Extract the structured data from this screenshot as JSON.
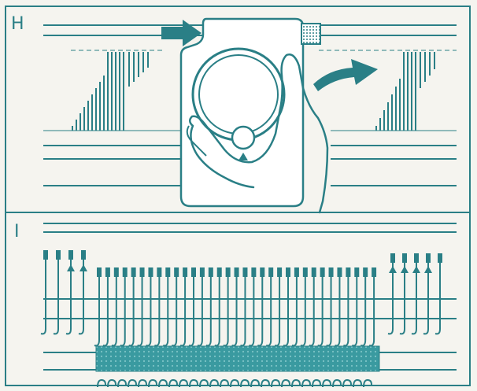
{
  "panels": {
    "top": {
      "label": "H"
    },
    "bottom": {
      "label": "I"
    }
  },
  "colors": {
    "ink": "#2a7f86",
    "paper": "#f5f4ef",
    "fabric": "#3a9aa0"
  },
  "needle_bed": {
    "left_raised_needles": 4,
    "right_raised_needles": 5,
    "working_needles": 33
  }
}
